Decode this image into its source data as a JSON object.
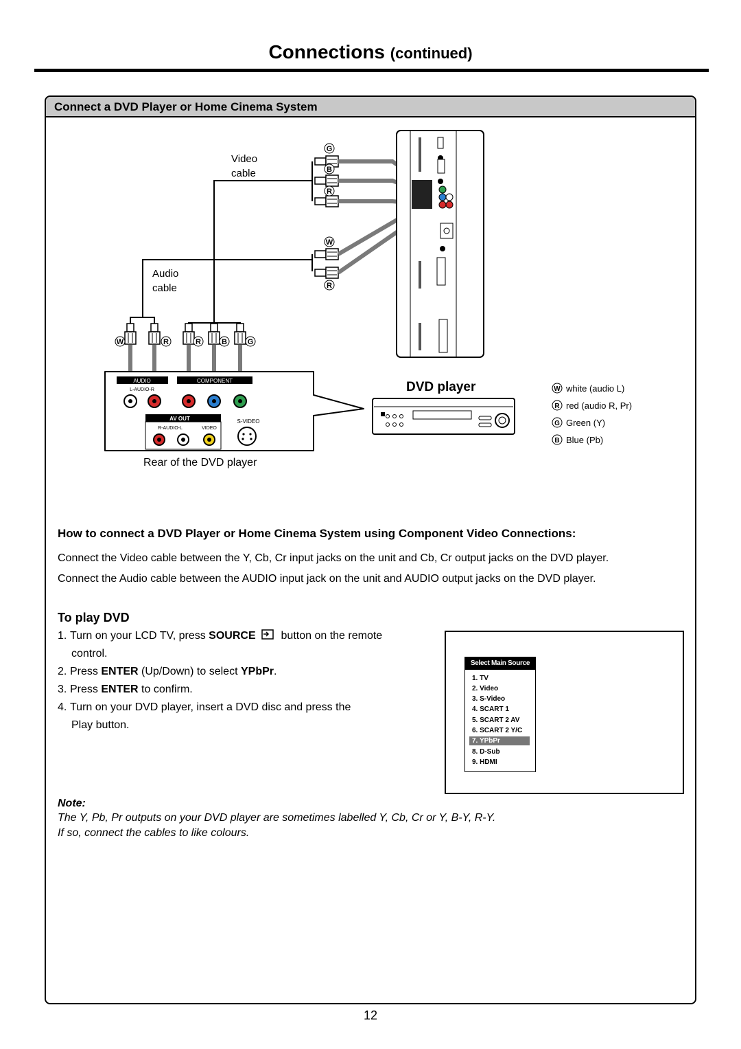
{
  "header": {
    "title": "Connections",
    "subtitle": "(continued)"
  },
  "section": {
    "title": "Connect a DVD Player or Home Cinema System"
  },
  "diagram": {
    "video_cable_label": [
      "Video",
      "cable"
    ],
    "audio_cable_label": [
      "Audio",
      "cable"
    ],
    "rear_label": "Rear of the DVD player",
    "dvd_player_label": "DVD player",
    "plug_letters": {
      "w": "W",
      "r": "R",
      "g": "G",
      "b": "B"
    },
    "panel": {
      "audio": "AUDIO",
      "component": "COMPONENT",
      "audio_lr": "L-AUDIO-R",
      "av_out": "AV OUT",
      "av_audio": "R-AUDIO-L",
      "av_video": "VIDEO",
      "s_video": "S-VIDEO"
    },
    "legend": [
      {
        "letter": "W",
        "text": "white (audio L)"
      },
      {
        "letter": "R",
        "text": "red (audio R, Pr)"
      },
      {
        "letter": "G",
        "text": "Green (Y)"
      },
      {
        "letter": "B",
        "text": "Blue (Pb)"
      }
    ],
    "colors": {
      "green": "#2f9e4f",
      "blue": "#2b7fd0",
      "red": "#d62b2b",
      "white": "#ffffff",
      "header_bar": "#c8c8c8",
      "selected": "#777777"
    }
  },
  "instructions": {
    "heading": "How to connect a DVD Player or Home Cinema System using Component Video Connections:",
    "para1": "Connect the Video cable between the Y, Cb, Cr input jacks on the unit and Cb, Cr output jacks on the DVD player.",
    "para2": "Connect the Audio cable between the AUDIO input jack on the unit and AUDIO output jacks on the DVD player."
  },
  "to_play": {
    "title": "To play DVD",
    "steps": [
      {
        "num": "1.",
        "parts": [
          "Turn on your LCD TV, press ",
          "SOURCE",
          " button on the remote"
        ],
        "cont": "control."
      },
      {
        "num": "2.",
        "parts": [
          "Press ",
          "ENTER",
          " (Up/Down) to select ",
          "YPbPr",
          "."
        ]
      },
      {
        "num": "3.",
        "parts": [
          "Press ",
          "ENTER",
          " to confirm."
        ]
      },
      {
        "num": "4.",
        "parts": [
          "Turn on your DVD player, insert a DVD disc and press the"
        ],
        "cont": "Play button."
      }
    ]
  },
  "menu": {
    "header": "Select Main Source",
    "items": [
      "1. TV",
      "2. Video",
      "3. S-Video",
      "4. SCART 1",
      "5. SCART 2 AV",
      "6. SCART 2 Y/C",
      "7. YPbPr",
      "8. D-Sub",
      "9. HDMI"
    ],
    "selected_index": 6
  },
  "note": {
    "label": "Note:",
    "lines": [
      "The Y, Pb, Pr outputs on your DVD player are sometimes labelled Y, Cb, Cr or Y, B-Y, R-Y.",
      "If so, connect the cables to like colours."
    ]
  },
  "page_number": "12"
}
